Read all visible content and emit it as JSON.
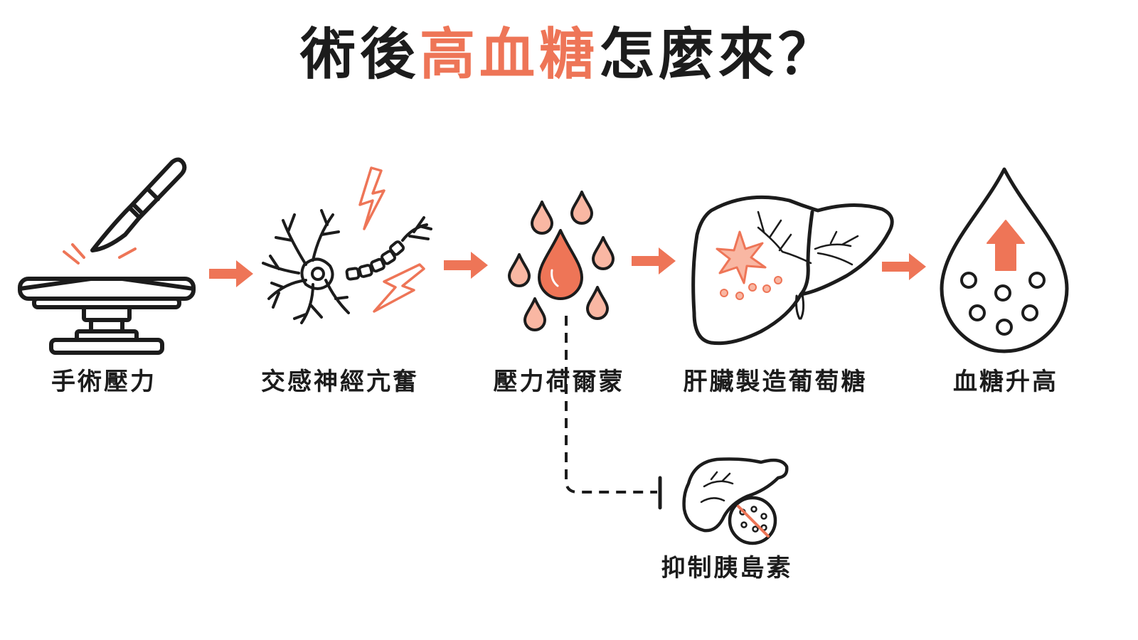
{
  "title": {
    "prefix": "術後",
    "highlight": "高血糖",
    "suffix": "怎麼來？"
  },
  "steps": [
    {
      "label": "手術壓力",
      "icon": "surgery-table-icon"
    },
    {
      "label": "交感神經亢奮",
      "icon": "neuron-icon"
    },
    {
      "label": "壓力荷爾蒙",
      "icon": "hormone-drops-icon"
    },
    {
      "label": "肝臟製造葡萄糖",
      "icon": "liver-icon"
    },
    {
      "label": "血糖升高",
      "icon": "blood-sugar-drop-icon"
    }
  ],
  "branch": {
    "label": "抑制胰島素",
    "icon": "pancreas-icon"
  },
  "colors": {
    "accent": "#ee7557",
    "ink": "#1c1c1c",
    "background": "#ffffff"
  }
}
